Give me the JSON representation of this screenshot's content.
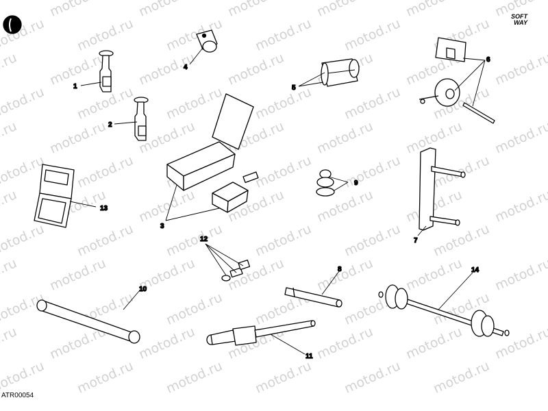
{
  "watermark": {
    "text": "motod.ru"
  },
  "callouts": {
    "c1": "1",
    "c2": "2",
    "c3": "3",
    "c4": "4",
    "c5": "5",
    "c6": "6",
    "c7": "7",
    "c8": "8",
    "c9": "9",
    "c10": "10",
    "c11": "11",
    "c12": "12",
    "c13": "13",
    "c14": "14"
  },
  "reference_code": "ATR00054",
  "logo": {
    "line1": "SOFT",
    "line2": "WAY"
  },
  "colors": {
    "line": "#000000",
    "watermark": "#d2d2d2",
    "background": "#ffffff"
  }
}
